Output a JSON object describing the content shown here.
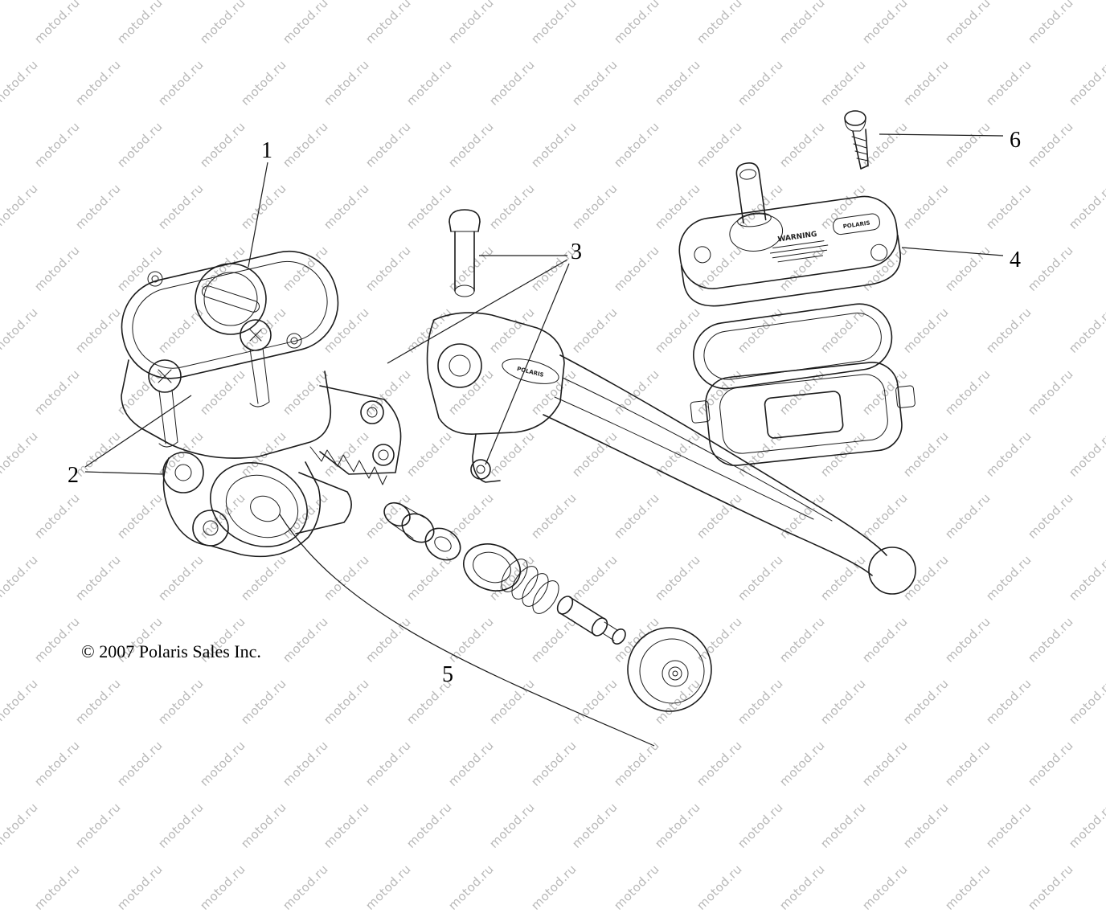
{
  "page": {
    "watermark_text": "motod.ru",
    "copyright": "© 2007 Polaris Sales Inc.",
    "colors": {
      "background": "#ffffff",
      "ink": "#1c1c1c",
      "watermark": "#b9b9b9"
    }
  },
  "watermark": {
    "font_size": 15,
    "x_step": 103,
    "y_step": 77,
    "rotation_deg": -45,
    "stagger": 52
  },
  "diagram": {
    "callouts": [
      {
        "id": "1"
      },
      {
        "id": "2"
      },
      {
        "id": "3"
      },
      {
        "id": "4"
      },
      {
        "id": "5"
      },
      {
        "id": "6"
      }
    ],
    "part_labels": {
      "warning": "WARNING",
      "brand": "POLARIS"
    }
  }
}
